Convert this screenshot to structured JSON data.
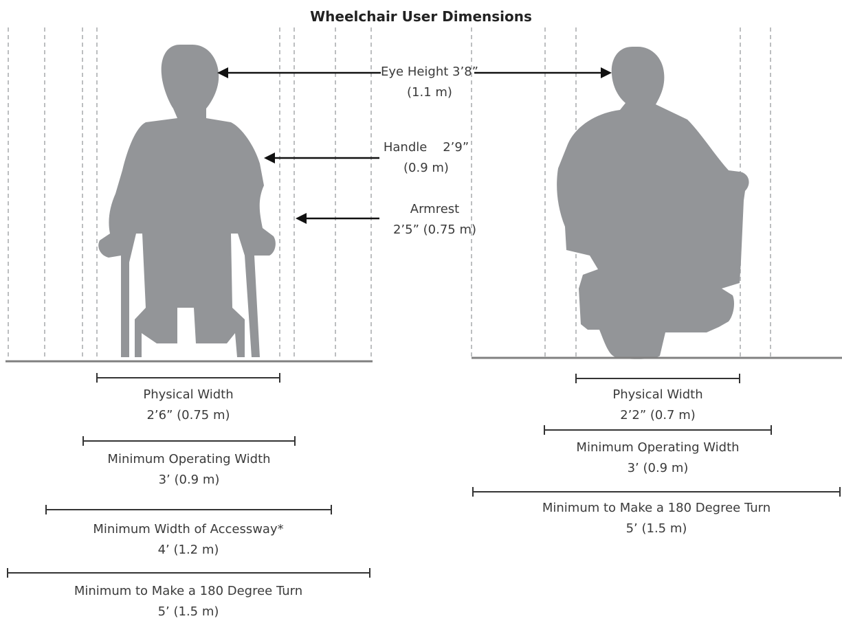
{
  "title": "Wheelchair User Dimensions",
  "colors": {
    "silhouette": "#939598",
    "ground": "#808080",
    "guide": "#bcbec0",
    "arrow": "#111111",
    "dim": "#333333"
  },
  "heights": {
    "eye": {
      "label": "Eye Height 3’8”",
      "metric": "(1.1 m)"
    },
    "handle": {
      "label": "Handle    2’9”",
      "metric": "(0.9 m)"
    },
    "armrest": {
      "label": "Armrest",
      "metric": "2’5”  (0.75 m)"
    }
  },
  "manual": {
    "widths": [
      {
        "label": "Physical Width",
        "value": "2’6” (0.75 m)"
      },
      {
        "label": "Minimum Operating Width",
        "value": "3’ (0.9 m)"
      },
      {
        "label": "Minimum Width of Accessway*",
        "value": "4’ (1.2 m)"
      },
      {
        "label": "Minimum to Make a 180 Degree Turn",
        "value": "5’ (1.5 m)"
      }
    ]
  },
  "scooter": {
    "widths": [
      {
        "label": "Physical Width",
        "value": "2’2” (0.7 m)"
      },
      {
        "label": "Minimum Operating Width",
        "value": "3’ (0.9 m)"
      },
      {
        "label": "Minimum to Make a 180 Degree Turn",
        "value": "5’ (1.5 m)"
      }
    ]
  }
}
